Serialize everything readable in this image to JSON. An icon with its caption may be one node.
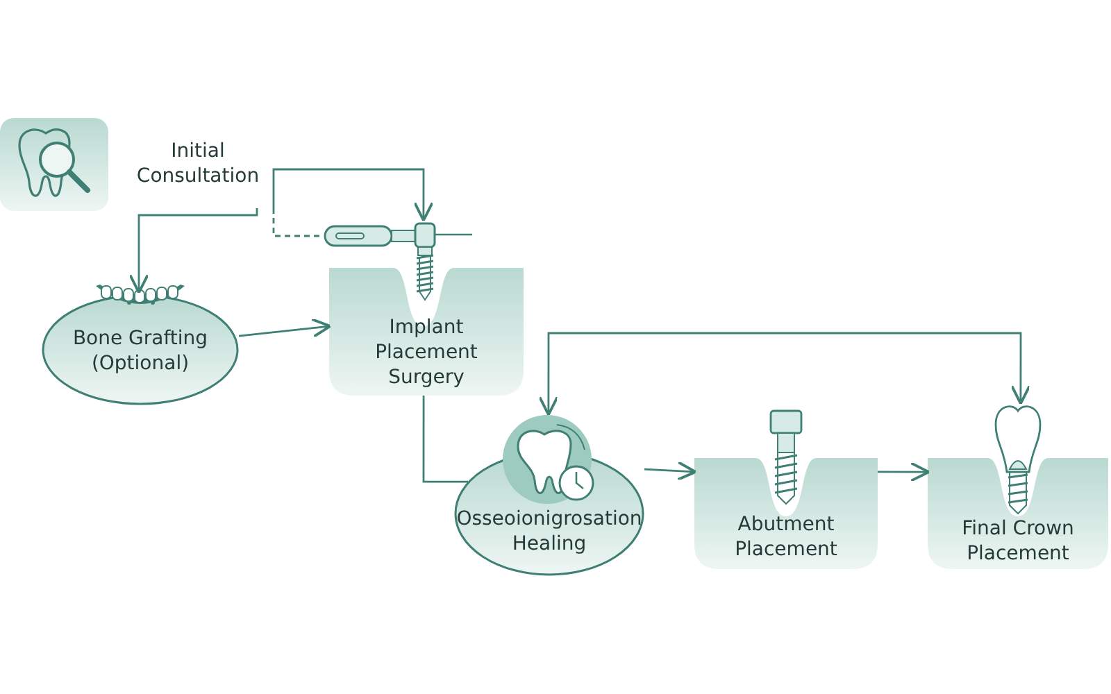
{
  "diagram": {
    "nodes": [
      {
        "text": [
          "Initial Consultation"
        ]
      },
      {
        "text": [
          "Bone Grafting (Optional)"
        ]
      },
      {
        "text": [],
        "shape": "picture"
      },
      {
        "text": [
          "Implant Placement Surgery"
        ]
      },
      {
        "text": [
          "Osseoionigrosation Healing"
        ]
      },
      {
        "text": [
          "Abutment Placement"
        ]
      },
      {
        "text": [
          "Final Crown Placement"
        ]
      }
    ],
    "edges": [
      {
        "from": 0,
        "to": 1,
        "arrow": "to"
      },
      {
        "from": 0,
        "to": 2,
        "arrow": "to"
      },
      {
        "from": 0,
        "to": 2,
        "arrow": "none",
        "style": "dashed"
      },
      {
        "from": 1,
        "to": 3,
        "arrow": "to"
      },
      {
        "from": 3,
        "to": 4,
        "arrow": "none"
      },
      {
        "from": 4,
        "to": 5,
        "arrow": "to"
      },
      {
        "from": 5,
        "to": 6,
        "arrow": "to"
      },
      {
        "from": 4,
        "to": 6,
        "arrow": "both"
      }
    ]
  }
}
